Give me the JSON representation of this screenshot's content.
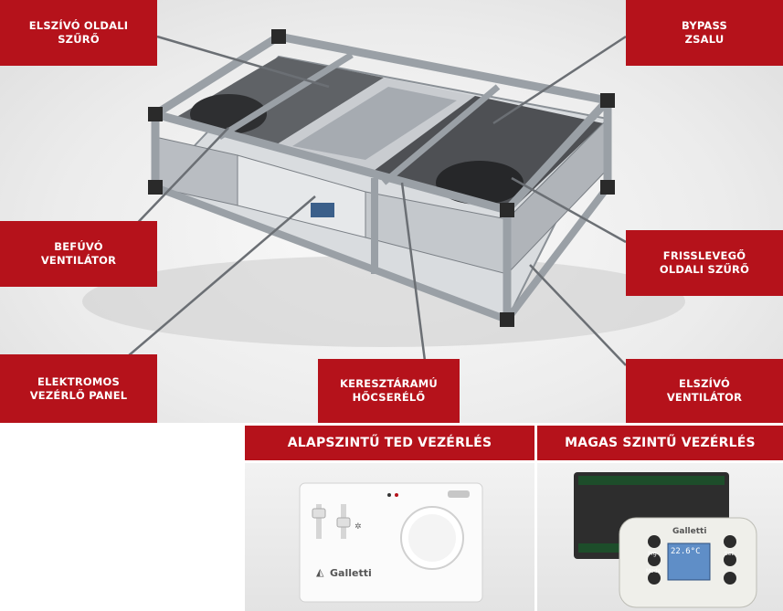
{
  "callouts": {
    "exhaust_filter": [
      "ELSZÍVÓ OLDALI",
      "SZŰRŐ"
    ],
    "bypass_damper": [
      "BYPASS",
      "ZSALU"
    ],
    "supply_fan": [
      "BEFÚVÓ",
      "VENTILÁTOR"
    ],
    "fresh_air_filter": [
      "FRISSLEVEGŐ",
      "OLDALI SZŰRŐ"
    ],
    "control_panel": [
      "ELEKTROMOS",
      "VEZÉRLŐ PANEL"
    ],
    "heat_exchanger": [
      "KERESZTÁRAMÚ",
      "HŐCSERÉLŐ"
    ],
    "exhaust_fan": [
      "ELSZÍVÓ",
      "VENTILÁTOR"
    ]
  },
  "controls": {
    "basic_title": "ALAPSZINTŰ TED VEZÉRLÉS",
    "advanced_title": "MAGAS SZINTŰ VEZÉRLÉS",
    "brand": "Galletti",
    "display_temp": "22.6°C",
    "buttons": [
      "Prg",
      "Mode",
      "Set"
    ]
  },
  "colors": {
    "accent": "#b5121b",
    "frame": "#9aa0a6",
    "corner": "#2a2a2a"
  }
}
